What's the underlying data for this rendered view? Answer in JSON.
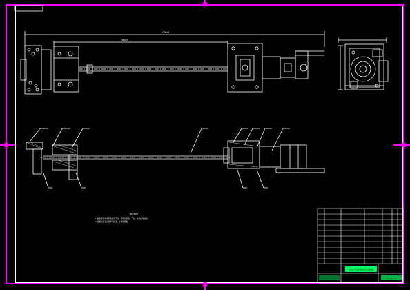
{
  "drawing": {
    "dimensions": {
      "overall_length": "780±5",
      "stroke_length": "700±5"
    },
    "technical_requirements": {
      "title": "技术要求",
      "lines": [
        "1.装配前所有零件须清洗干净，不得有毛刺、飞边、氧化皮等缺陷。",
        "2.装配后各运动部件须灵活，无卡滞现象。"
      ]
    },
    "title_block": {
      "title": "丝杠传动系统总装图",
      "drawing_number": "ZS-00-00"
    },
    "colors": {
      "background": "#000000",
      "frame": "#ff00ff",
      "lines": "#ffffff",
      "title_block_accent": "#00ff66"
    }
  }
}
